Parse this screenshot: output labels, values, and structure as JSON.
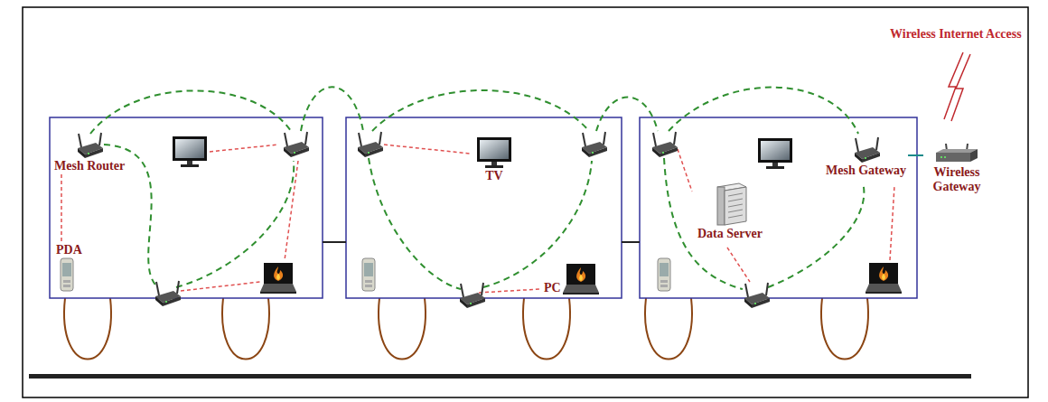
{
  "diagram": {
    "nodes": [
      {
        "text": [
          "Mesh Router"
        ]
      },
      {
        "text": [
          "PDA"
        ]
      },
      {
        "text": [
          "TV"
        ]
      },
      {
        "text": [
          "PC"
        ]
      },
      {
        "text": [
          "Data Server"
        ]
      },
      {
        "text": [
          "Mesh Gateway"
        ]
      },
      {
        "text": [
          "Wireless Gateway"
        ]
      }
    ],
    "edges": [
      {
        "from": 0,
        "to": 1,
        "arrow": "none"
      },
      {
        "from": 5,
        "to": 6,
        "arrow": "none"
      }
    ],
    "labels": [
      "Wireless Internet Access"
    ]
  }
}
